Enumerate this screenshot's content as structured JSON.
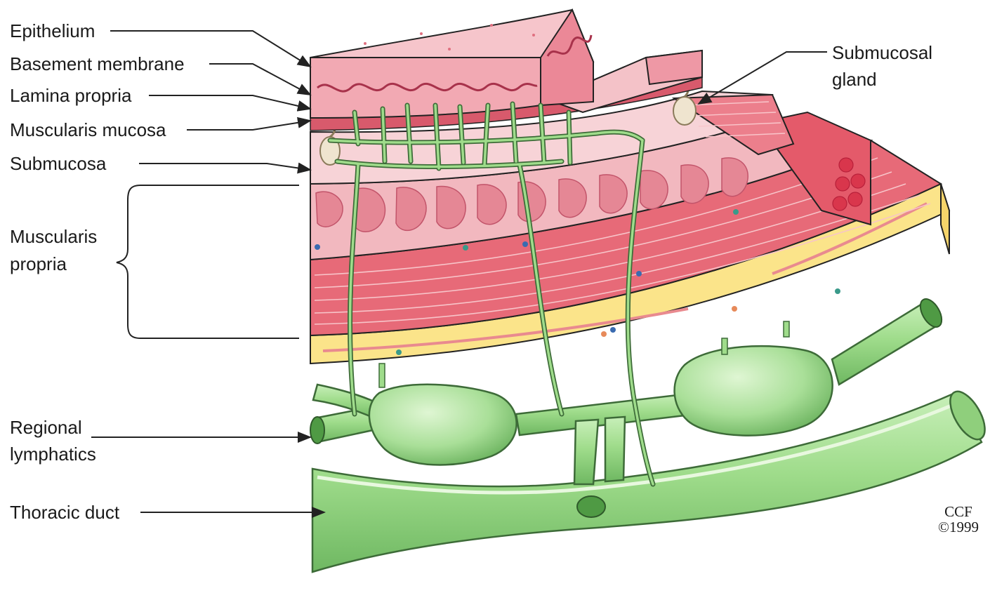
{
  "labels": {
    "epithelium": "Epithelium",
    "basement_membrane": "Basement membrane",
    "lamina_propria": "Lamina propria",
    "muscularis_mucosa": "Muscularis mucosa",
    "submucosa": "Submucosa",
    "muscularis_propria_1": "Muscularis",
    "muscularis_propria_2": "propria",
    "regional_lymphatics_1": "Regional",
    "regional_lymphatics_2": "lymphatics",
    "thoracic_duct": "Thoracic duct",
    "submucosal_gland_1": "Submucosal",
    "submucosal_gland_2": "gland"
  },
  "credit": {
    "line1": "CCF",
    "line2": "©1999"
  },
  "colors": {
    "mucosa_pink": "#f2b8bf",
    "epithelium_pink": "#eea6b0",
    "muscle_red": "#e76a78",
    "serosa_yellow": "#fbe48a",
    "lymph_green": "#a9df98",
    "lymph_dark": "#5e9a55",
    "line": "#222222"
  }
}
